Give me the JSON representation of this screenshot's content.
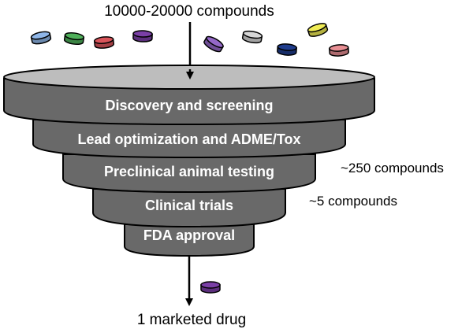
{
  "top_label": "10000-20000 compounds",
  "bottom_label": "1 marketed drug",
  "stages": [
    {
      "label": "Discovery and screening"
    },
    {
      "label": "Lead optimization and ADME/Tox"
    },
    {
      "label": "Preclinical animal testing"
    },
    {
      "label": "Clinical trials"
    },
    {
      "label": "FDA approval"
    }
  ],
  "side_labels": [
    "~250 compounds",
    "~5 compounds"
  ],
  "colors": {
    "funnel_fill": "#696969",
    "funnel_top": "#bdbdbd",
    "outline": "#000000",
    "stage_text": "#ffffff"
  },
  "pills": [
    {
      "color": "#8fb6e8",
      "icon": "compound-pill"
    },
    {
      "color": "#4fb05a",
      "icon": "compound-pill"
    },
    {
      "color": "#d9545a",
      "icon": "compound-pill"
    },
    {
      "color": "#7a3fa6",
      "icon": "compound-pill"
    },
    {
      "color": "#9468c8",
      "icon": "compound-pill"
    },
    {
      "color": "#d6d6d6",
      "icon": "compound-pill"
    },
    {
      "color": "#f0ec55",
      "icon": "compound-pill"
    },
    {
      "color": "#1f3c8c",
      "icon": "compound-pill"
    },
    {
      "color": "#e88f94",
      "icon": "compound-pill"
    },
    {
      "color": "#7a3fa6",
      "icon": "compound-pill"
    }
  ]
}
